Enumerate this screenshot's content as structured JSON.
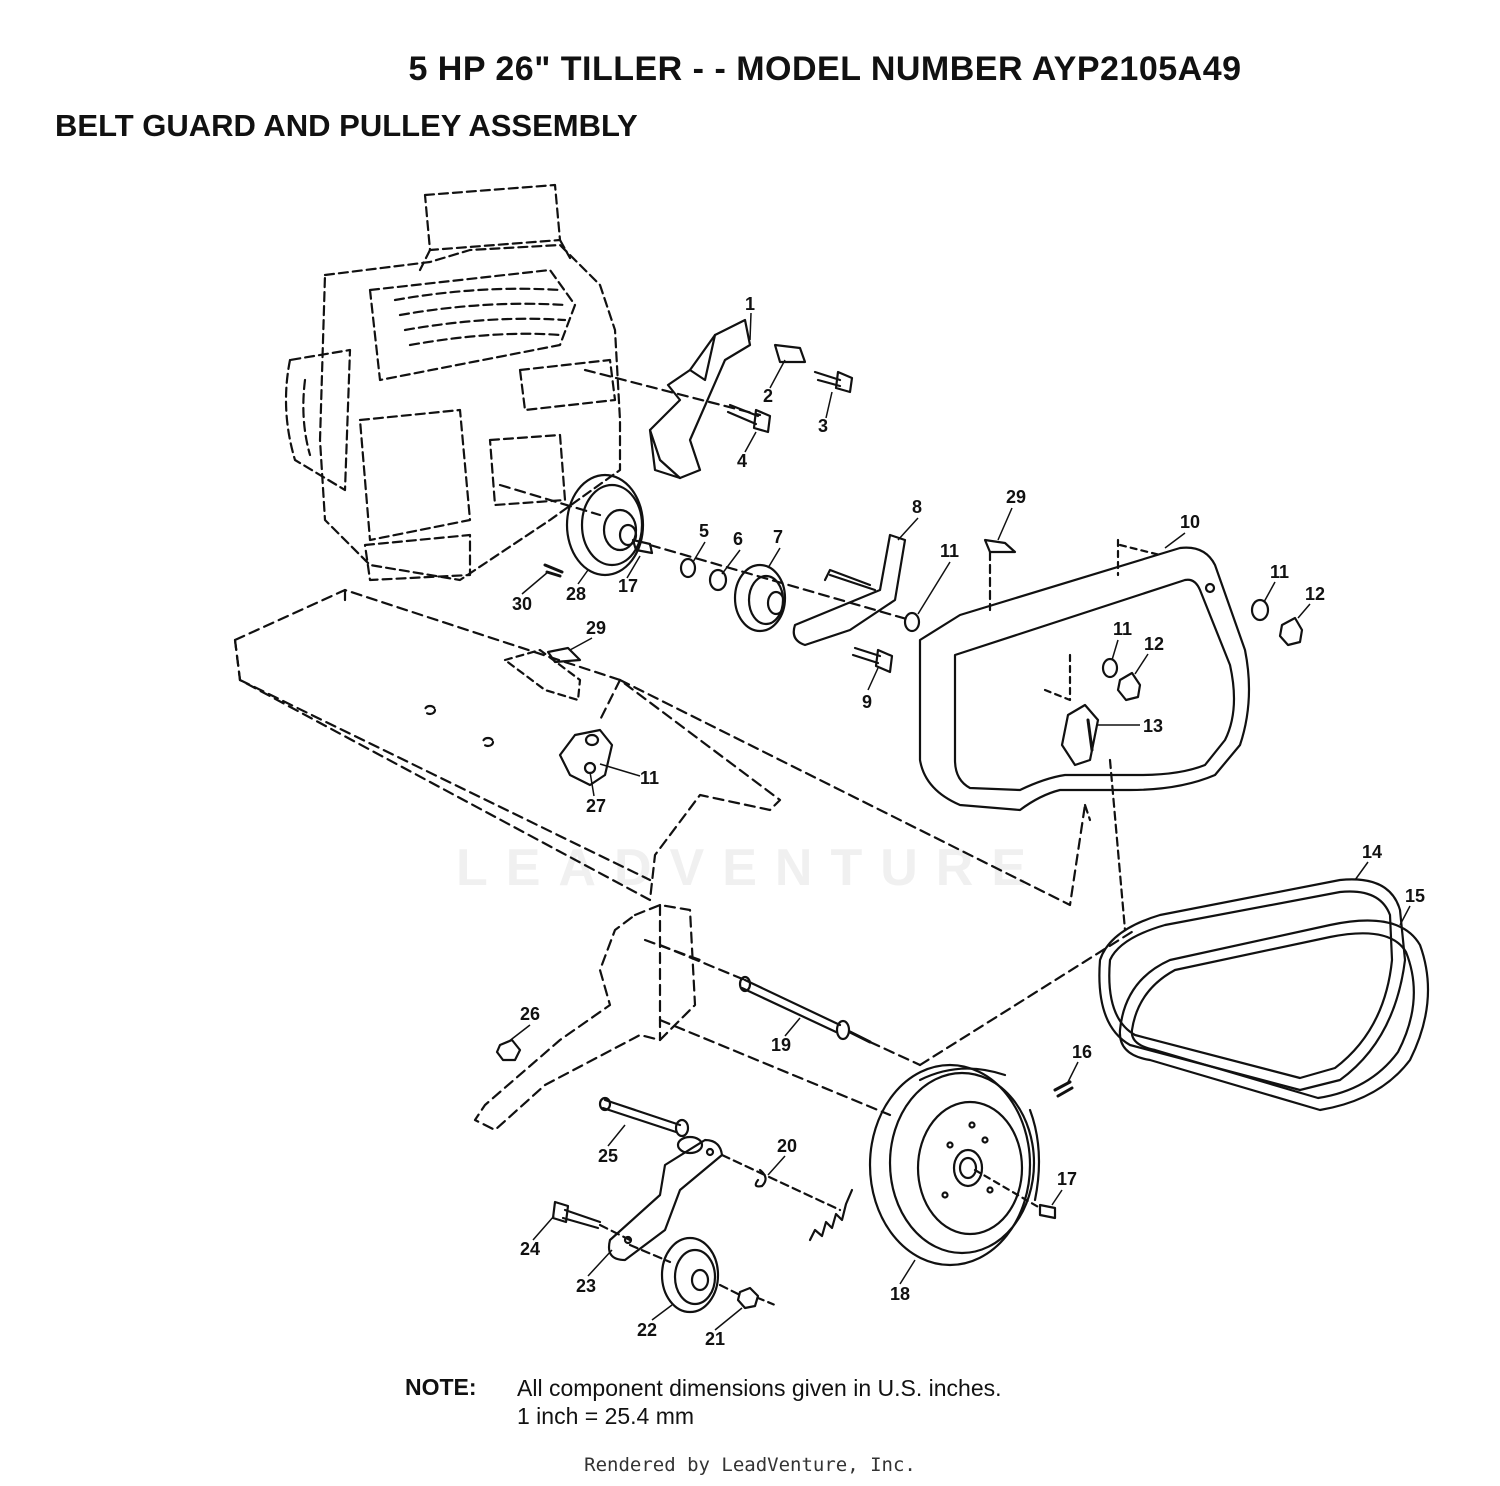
{
  "header": {
    "title": "5 HP 26\" TILLER - - MODEL NUMBER AYP2105A49",
    "subtitle": "BELT GUARD AND PULLEY ASSEMBLY"
  },
  "watermark": "LEADVENTURE",
  "callouts": [
    "1",
    "2",
    "3",
    "4",
    "5",
    "6",
    "7",
    "8",
    "9",
    "10",
    "11",
    "11",
    "11",
    "11",
    "12",
    "12",
    "13",
    "14",
    "15",
    "16",
    "17",
    "17",
    "18",
    "19",
    "20",
    "21",
    "22",
    "23",
    "24",
    "25",
    "26",
    "27",
    "28",
    "29",
    "29",
    "30"
  ],
  "note": {
    "label": "NOTE:",
    "line1": "All component dimensions given in U.S. inches.",
    "line2": "1 inch = 25.4 mm"
  },
  "footer": "Rendered by LeadVenture, Inc."
}
